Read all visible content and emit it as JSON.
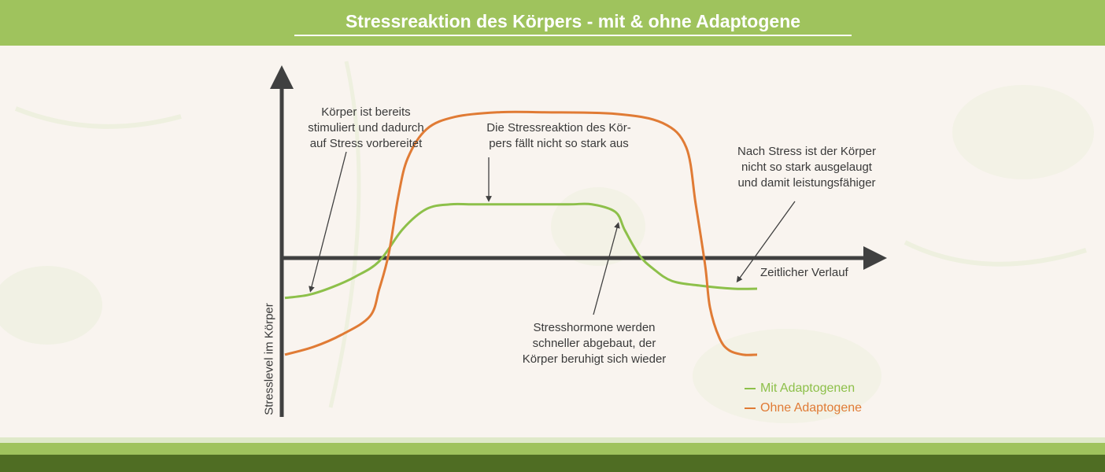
{
  "title": "Stressreaktion des Körpers - mit & ohne Adaptogene",
  "colors": {
    "header": "#9fc35d",
    "background": "#f9f4ef",
    "axis": "#404040",
    "mit": "#8dc04a",
    "ohne": "#e07b35",
    "footer_dark": "#4f6d23"
  },
  "chart_data": {
    "type": "line",
    "xlabel": "Zeitlicher Verlauf",
    "ylabel": "Stresslevel im Körper",
    "xlim": [
      0,
      100
    ],
    "ylim": [
      -100,
      100
    ],
    "grid": false,
    "legend_position": "bottom-right",
    "series": [
      {
        "name": "Mit Adaptogenen",
        "color": "#8dc04a",
        "x": [
          0,
          5,
          10,
          15,
          20,
          25,
          30,
          35,
          40,
          50,
          60,
          65,
          70,
          72,
          75,
          78,
          82,
          88,
          95,
          100
        ],
        "values": [
          -26,
          -24,
          -19,
          -12,
          -2,
          19,
          32,
          35,
          35,
          35,
          35,
          35,
          30,
          18,
          2,
          -7,
          -15,
          -18,
          -20,
          -20
        ]
      },
      {
        "name": "Ohne Adaptogene",
        "color": "#e07b35",
        "x": [
          0,
          6,
          12,
          18,
          20,
          22,
          24,
          26,
          30,
          36,
          45,
          55,
          70,
          80,
          85,
          87,
          89,
          90,
          92,
          94,
          97,
          100
        ],
        "values": [
          -63,
          -58,
          -50,
          -38,
          -20,
          3,
          40,
          65,
          84,
          92,
          95,
          95,
          94,
          88,
          72,
          35,
          -5,
          -32,
          -52,
          -60,
          -63,
          -63
        ]
      }
    ],
    "annotations": [
      "Körper ist bereits\nstimuliert und dadurch\nauf Stress vorbereitet",
      "Die Stressreaktion des Kör-\npers fällt nicht so stark aus",
      "Nach Stress ist der Körper\nnicht so stark ausgelaugt\nund damit leistungsfähiger",
      "Stresshormone werden\nschneller abgebaut, der\nKörper beruhigt sich wieder"
    ]
  }
}
